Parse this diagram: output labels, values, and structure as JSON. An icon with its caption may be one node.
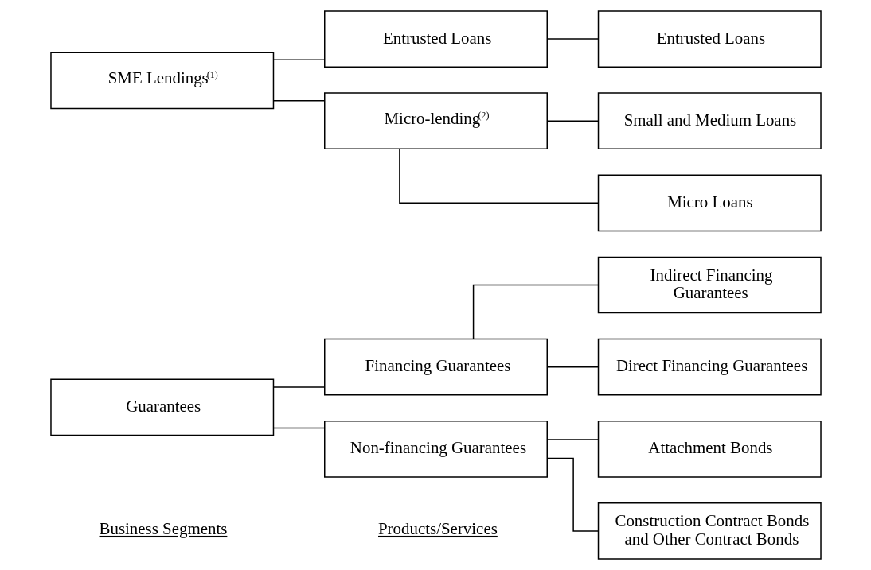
{
  "diagram": {
    "nodes": [
      {
        "text": [
          "Guarantees"
        ]
      },
      {
        "text": [
          "Financing Guarantees"
        ]
      },
      {
        "text": [
          "Indirect Financing Guarantees"
        ]
      },
      {
        "text": [
          "Direct Financing Guarantees"
        ]
      },
      {
        "text": [
          "Non-financing Guarantees"
        ]
      },
      {
        "text": [
          "Attachment Bonds"
        ]
      },
      {
        "text": [
          "Construction Contract Bonds and Other Contract Bonds"
        ]
      },
      {
        "text": [
          "SME Lendings$^{(1)}$"
        ]
      },
      {
        "text": [
          "Entrusted Loans"
        ]
      },
      {
        "text": [
          "Entrusted Loans"
        ]
      },
      {
        "text": [
          "Micro-lending$^{(2)}$"
        ]
      },
      {
        "text": [
          "Small and Medium Loans"
        ]
      },
      {
        "text": [
          "Micro Loans"
        ]
      }
    ],
    "edges": [
      {
        "from": 0,
        "to": 1,
        "arrow": "none"
      },
      {
        "from": 0,
        "to": 4,
        "arrow": "none"
      },
      {
        "from": 1,
        "to": 2,
        "arrow": "none"
      },
      {
        "from": 1,
        "to": 3,
        "arrow": "none"
      },
      {
        "from": 4,
        "to": 5,
        "arrow": "none"
      },
      {
        "from": 4,
        "to": 6,
        "arrow": "none"
      },
      {
        "from": 7,
        "to": 8,
        "arrow": "none"
      },
      {
        "from": 7,
        "to": 10,
        "arrow": "none"
      },
      {
        "from": 8,
        "to": 9,
        "arrow": "none"
      },
      {
        "from": 10,
        "to": 11,
        "arrow": "none"
      },
      {
        "from": 10,
        "to": 12,
        "arrow": "none"
      }
    ],
    "labels": [
      "Business Segments",
      "Products/Services"
    ]
  }
}
